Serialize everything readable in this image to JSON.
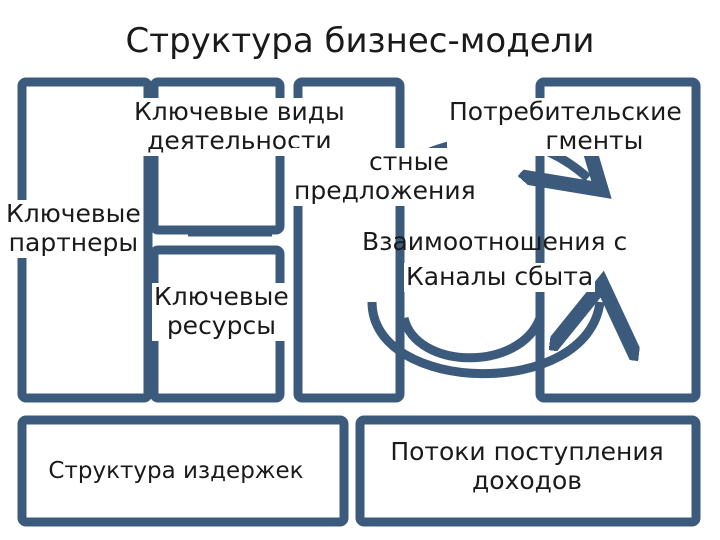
{
  "title": "Структура бизнес-модели",
  "blocks": {
    "key_activities": "Ключевые виды деятельности",
    "value_propositions": "Ценностные предложения",
    "customer_segments": "Потребительские сегменты",
    "key_partners": "Ключевые партнеры",
    "customer_relationships": "Взаимоотношения с клиентами",
    "channels": "Каналы сбыта",
    "key_resources": "Ключевые ресурсы",
    "cost_structure": "Структура издержек",
    "revenue_streams": "Потоки поступления доходов"
  },
  "display": {
    "activities_l1": "Ключевые виды",
    "activities_l2": "деятельности",
    "value_l1_partial": "стные",
    "value_l2": "предложения",
    "segments_l1": "Потребительские",
    "segments_l2_partial": "гменты",
    "partners_l1": "Ключевые",
    "partners_l2": "партнеры",
    "relations_partial": "Взаимоотношения с",
    "resources_l1": "Ключевые",
    "resources_l2": "ресурсы"
  },
  "colors": {
    "frame": "#3b5a7c",
    "text": "#1a1a1a",
    "background": "#ffffff"
  }
}
